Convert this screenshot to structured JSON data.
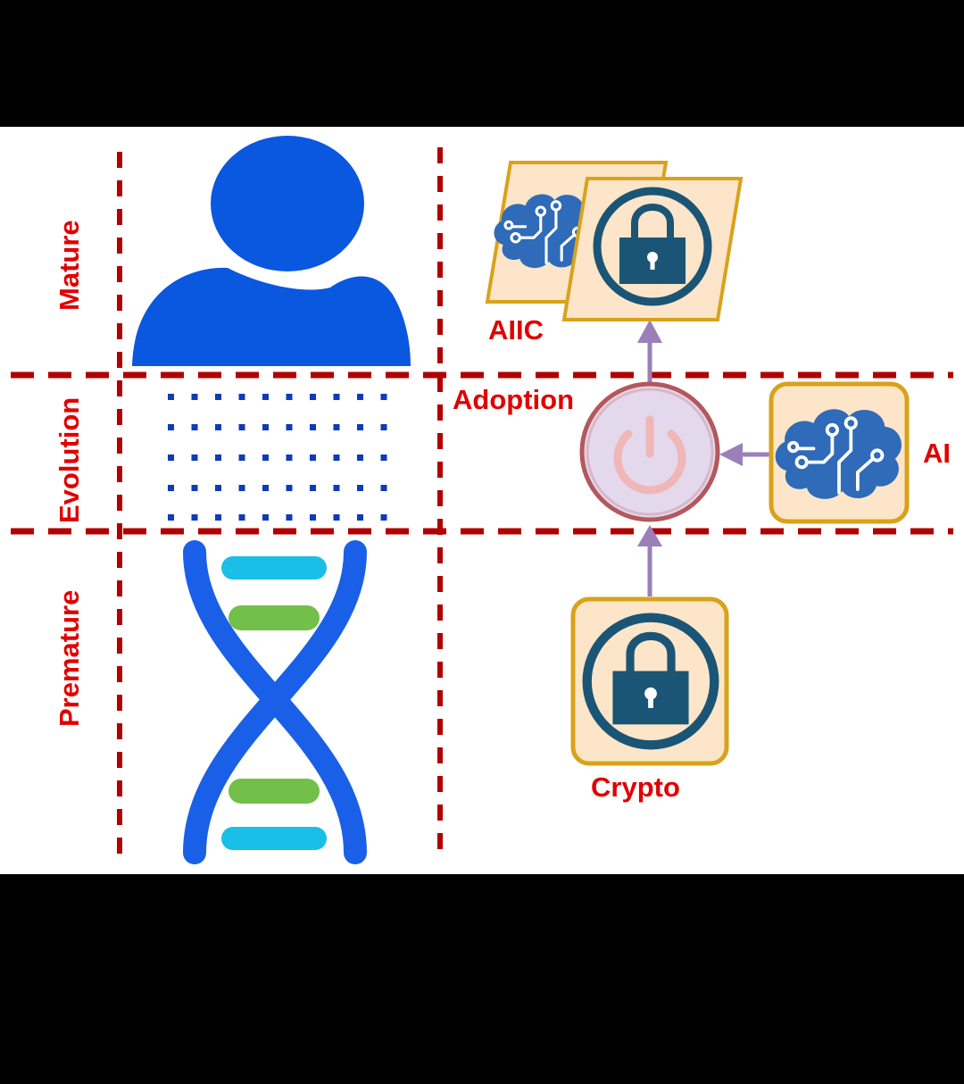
{
  "stages": {
    "mature": "Mature",
    "evolution": "Evolution",
    "premature": "Premature"
  },
  "nodes": {
    "aiic": "AIIC",
    "adoption": "Adoption",
    "ai": "AI",
    "crypto": "Crypto"
  },
  "colors": {
    "label_red": "#e00000",
    "divider_red": "#b00000",
    "person_blue": "#0a57e0",
    "icon_fill": "#fde5c9",
    "icon_border": "#d9a21b",
    "brain_blue": "#2f6bb8",
    "lock_teal": "#1a5575",
    "arrow_purple": "#9b7fb8",
    "power_fill": "#e4d8ec",
    "power_ring": "#b3585c",
    "dna_blue": "#1a5fe8",
    "rung_cyan": "#19bfe6",
    "rung_green": "#72bf4a"
  },
  "icons": [
    "person-icon",
    "dna-icon",
    "brain-circuit-icon",
    "lock-icon",
    "power-icon"
  ]
}
